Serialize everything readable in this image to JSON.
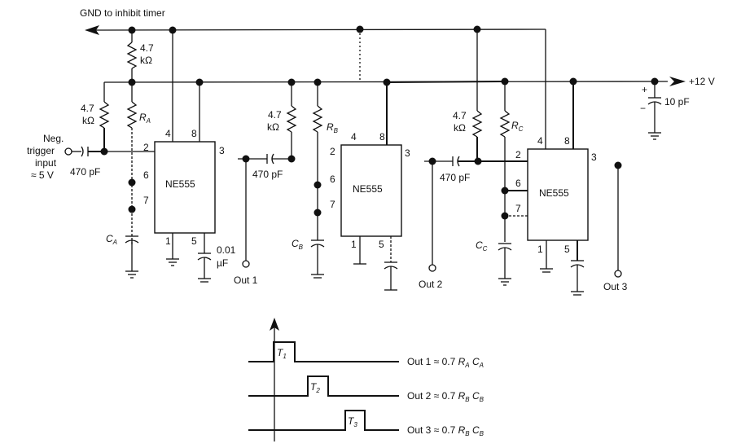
{
  "title": "GND to inhibit timer",
  "supply": "+12 V",
  "trigger": {
    "line1": "Neg.",
    "line2": "trigger",
    "line3": "input",
    "line4": "≈ 5 V"
  },
  "chips": [
    "NE555",
    "NE555",
    "NE555"
  ],
  "pins": {
    "p1": "1",
    "p2": "2",
    "p3": "3",
    "p4": "4",
    "p5": "5",
    "p6": "6",
    "p7": "7",
    "p8": "8"
  },
  "resistors": {
    "pullup_value": "4.7",
    "pullup_unit": "kΩ",
    "ra": "R",
    "ra_sub": "A",
    "rb": "R",
    "rb_sub": "B",
    "rc": "R",
    "rc_sub": "C"
  },
  "capacitors": {
    "coupling": "470 pF",
    "ca": "C",
    "ca_sub": "A",
    "cb": "C",
    "cb_sub": "B",
    "cc": "C",
    "cc_sub": "C",
    "ctrl_1": "0.01",
    "ctrl_2": "µF",
    "bypass": "10 pF",
    "plus": "+",
    "minus": "−"
  },
  "outputs": [
    "Out 1",
    "Out 2",
    "Out 3"
  ],
  "timing": {
    "pulses": [
      "T",
      "T",
      "T"
    ],
    "pulse_subs": [
      "1",
      "2",
      "3"
    ],
    "formulas": [
      {
        "out": "Out 1 ≈ 0.7 ",
        "r": "R",
        "rs": "A",
        "c": "C",
        "cs": "A"
      },
      {
        "out": "Out 2 ≈ 0.7 ",
        "r": "R",
        "rs": "B",
        "c": "C",
        "cs": "B"
      },
      {
        "out": "Out 3 ≈ 0.7 ",
        "r": "R",
        "rs": "B",
        "c": "C",
        "cs": "B"
      }
    ]
  }
}
